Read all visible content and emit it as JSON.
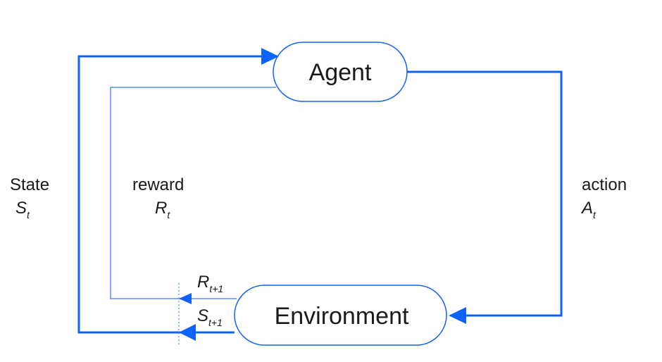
{
  "nodes": {
    "agent": "Agent",
    "environment": "Environment"
  },
  "labels": {
    "state": {
      "word": "State",
      "symbol": "S",
      "sub": "t"
    },
    "reward": {
      "word": "reward",
      "symbol": "R",
      "sub": "t"
    },
    "action": {
      "word": "action",
      "symbol": "A",
      "sub": "t"
    },
    "next_reward": {
      "symbol": "R",
      "sub": "t+1"
    },
    "next_state": {
      "symbol": "S",
      "sub": "t+1"
    }
  },
  "colors": {
    "accent": "#0f62fe",
    "thin_line": "#5b8cff",
    "text": "#1a1a1a",
    "background": "#ffffff"
  }
}
